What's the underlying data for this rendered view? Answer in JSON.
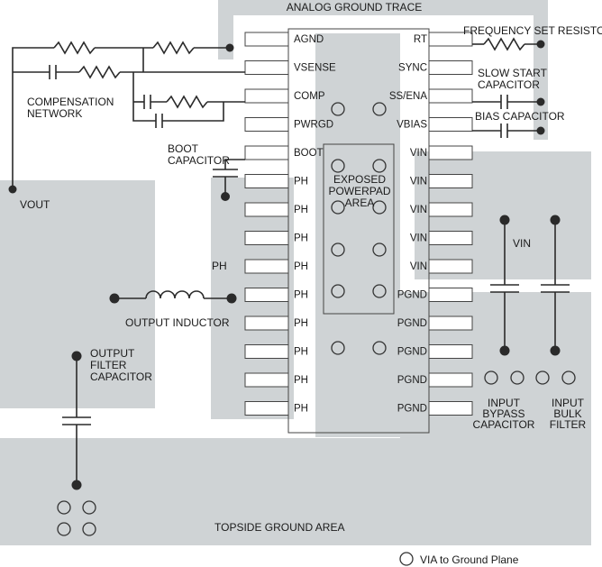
{
  "title": "ANALOG GROUND TRACE",
  "left_pins": [
    "AGND",
    "VSENSE",
    "COMP",
    "PWRGD",
    "BOOT",
    "PH",
    "PH",
    "PH",
    "PH",
    "PH",
    "PH",
    "PH",
    "PH",
    "PH"
  ],
  "right_pins": [
    "RT",
    "SYNC",
    "SS/ENA",
    "VBIAS",
    "VIN",
    "VIN",
    "VIN",
    "VIN",
    "VIN",
    "PGND",
    "PGND",
    "PGND",
    "PGND",
    "PGND"
  ],
  "labels": {
    "frequency_set_resistor": "FREQUENCY SET RESISTOR",
    "slow_start_capacitor": [
      "SLOW START",
      "CAPACITOR"
    ],
    "bias_capacitor": "BIAS CAPACITOR",
    "compensation_network": [
      "COMPENSATION",
      "NETWORK"
    ],
    "boot_capacitor": [
      "BOOT",
      "CAPACITOR"
    ],
    "vout": "VOUT",
    "exposed_powerpad": [
      "EXPOSED",
      "POWERPAD",
      "AREA"
    ],
    "ph_area": "PH",
    "vin_area": "VIN",
    "output_inductor": "OUTPUT INDUCTOR",
    "output_filter_capacitor": [
      "OUTPUT",
      "FILTER",
      "CAPACITOR"
    ],
    "input_bypass_capacitor": [
      "INPUT",
      "BYPASS",
      "CAPACITOR"
    ],
    "input_bulk_filter": [
      "INPUT",
      "BULK",
      "FILTER"
    ],
    "topside_ground_area": "TOPSIDE GROUND AREA",
    "legend_via": "VIA to Ground Plane"
  },
  "colors": {
    "copper_area": "#cfd3d5",
    "wire": "#2a2a2a"
  }
}
